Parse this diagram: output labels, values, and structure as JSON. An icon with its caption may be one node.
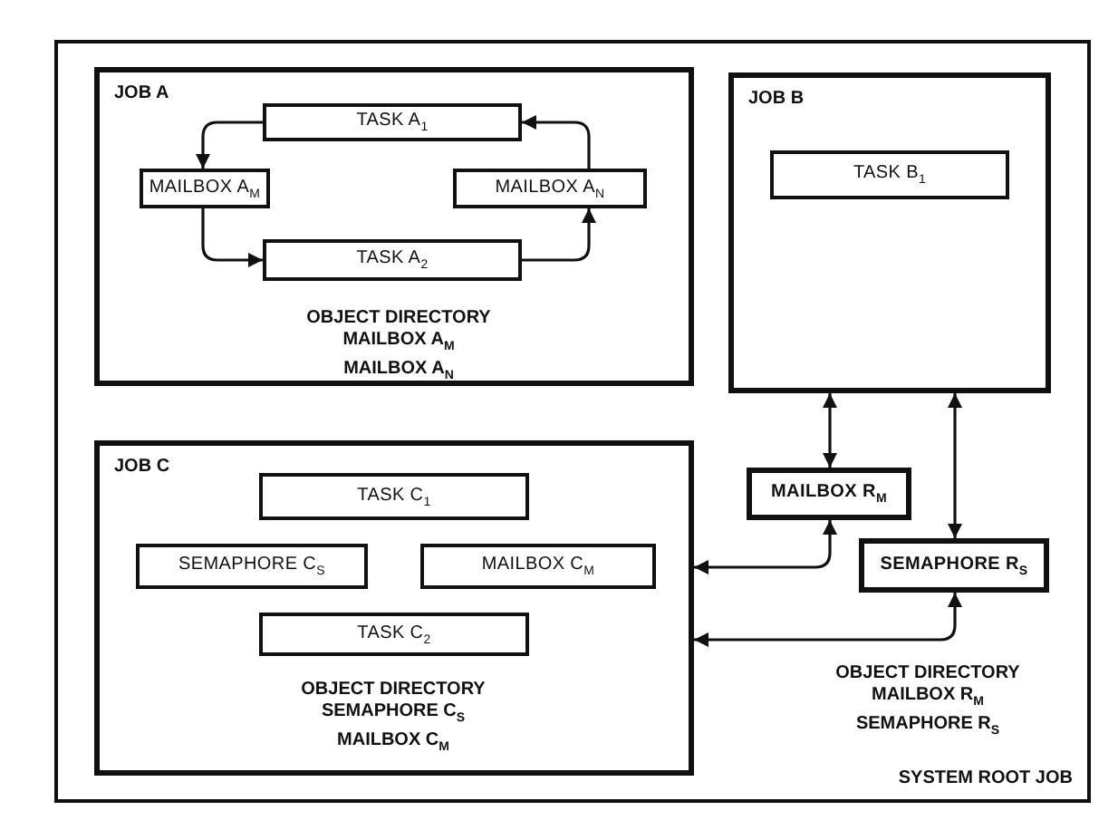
{
  "diagram": {
    "nodes": [
      {
        "text": [
          "OBJECT DIRECTORY",
          "MAILBOX R$_{M}$",
          "SEMAPHORE R$_{S}$",
          "SYSTEM ROOT JOB"
        ]
      },
      {
        "text": [
          "JOB A",
          "OBJECT DIRECTORY",
          "MAILBOX A$_{M}$",
          "MAILBOX A$_{N}$"
        ],
        "in": 0
      },
      {
        "text": [
          "TASK A$_{1}$"
        ],
        "in": 1
      },
      {
        "text": [
          "MAILBOX A$_{M}$"
        ],
        "in": 1
      },
      {
        "text": [
          "MAILBOX A$_{N}$"
        ],
        "in": 1
      },
      {
        "text": [
          "TASK A$_{2}$"
        ],
        "in": 1
      },
      {
        "text": [
          "JOB B"
        ],
        "in": 0
      },
      {
        "text": [
          "TASK B$_{1}$"
        ],
        "in": 6
      },
      {
        "text": [
          "JOB C",
          "OBJECT DIRECTORY",
          "SEMAPHORE C$_{S}$",
          "MAILBOX C$_{M}$"
        ],
        "in": 0
      },
      {
        "text": [
          "TASK C$_{1}$"
        ],
        "in": 8
      },
      {
        "text": [
          "SEMAPHORE C$_{S}$"
        ],
        "in": 8
      },
      {
        "text": [
          "MAILBOX C$_{M}$"
        ],
        "in": 8
      },
      {
        "text": [
          "TASK C$_{2}$"
        ],
        "in": 8
      },
      {
        "text": [
          "MAILBOX R$_{M}$"
        ],
        "in": 0
      },
      {
        "text": [
          "SEMAPHORE R$_{S}$"
        ],
        "in": 0
      }
    ],
    "edges": [
      {
        "from": 2,
        "to": 3,
        "arrow": "to"
      },
      {
        "from": 3,
        "to": 5,
        "arrow": "to"
      },
      {
        "from": 5,
        "to": 4,
        "arrow": "to"
      },
      {
        "from": 4,
        "to": 2,
        "arrow": "to"
      },
      {
        "from": 6,
        "to": 13,
        "arrow": "both"
      },
      {
        "from": 6,
        "to": 14,
        "arrow": "both"
      },
      {
        "from": 13,
        "to": 8,
        "arrow": "both"
      },
      {
        "from": 14,
        "to": 8,
        "arrow": "both"
      }
    ]
  }
}
